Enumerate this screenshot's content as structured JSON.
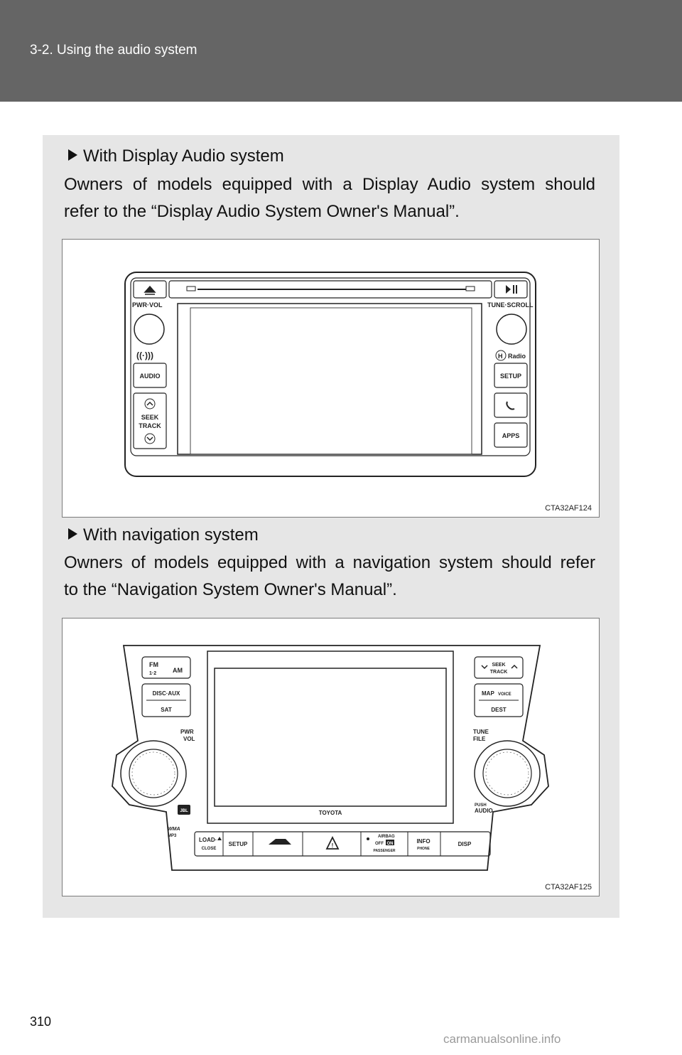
{
  "header": {
    "section": "3-2. Using the audio system"
  },
  "display_audio": {
    "heading": "With Display Audio system",
    "line1": "Owners of models equipped with a Display Audio system should",
    "line2": "refer to the “Display Audio System Owner's Manual”.",
    "figure_code": "CTA32AF124",
    "labels": {
      "pwr_vol": "PWR·VOL",
      "tune_scroll": "TUNE·SCROLL",
      "audio": "AUDIO",
      "seek": "SEEK",
      "track": "TRACK",
      "hd_radio": "Radio",
      "setup": "SETUP",
      "apps": "APPS"
    }
  },
  "navigation": {
    "heading": "With navigation system",
    "line1": "Owners of models equipped with a navigation system should refer",
    "line2": "to the “Navigation System Owner's Manual”.",
    "figure_code": "CTA32AF125",
    "labels": {
      "fm": "FM",
      "fm_sub": "1·2",
      "am": "AM",
      "disc_aux": "DISC·AUX",
      "sat": "SAT",
      "seek": "SEEK",
      "track": "TRACK",
      "map": "MAP",
      "voice": "VOICE",
      "dest": "DEST",
      "pwr": "PWR",
      "vol": "VOL",
      "tune": "TUNE",
      "file": "FILE",
      "push": "PUSH",
      "audio": "AUDIO",
      "toyota": "TOYOTA",
      "jbl": "JBL",
      "load": "LOAD·",
      "close": "CLOSE",
      "setup": "SETUP",
      "airbag": "AIRBAG",
      "off": "OFF",
      "on": "ON",
      "passenger": "PASSENGER",
      "info": "INFO",
      "phone": "PHONE",
      "disp": "DISP",
      "wma": "WMA",
      "mp3": "MP3"
    }
  },
  "footer": {
    "page_number": "310",
    "watermark": "carmanualsonline.info"
  }
}
